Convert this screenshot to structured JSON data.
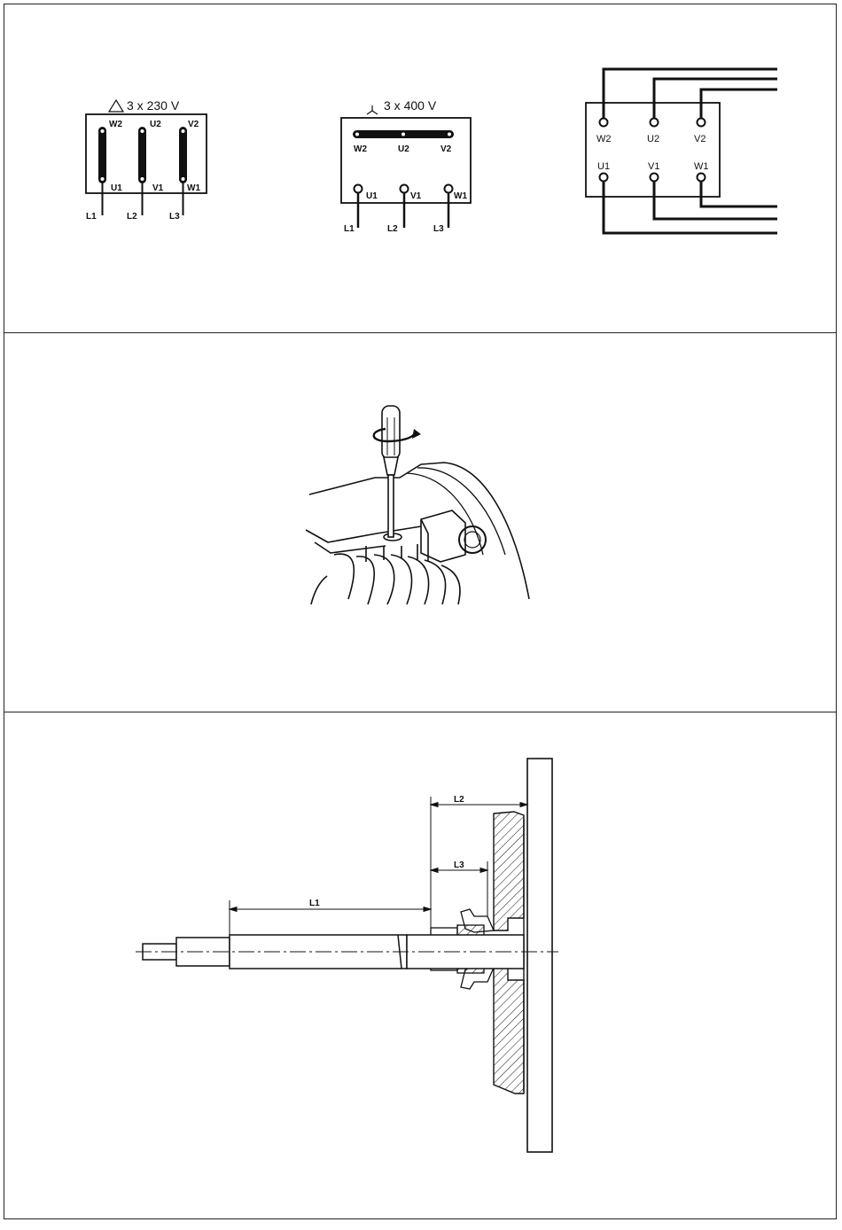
{
  "delta": {
    "voltage": "3 x 230 V",
    "top_labels": [
      "W2",
      "U2",
      "V2"
    ],
    "bottom_labels": [
      "U1",
      "V1",
      "W1"
    ],
    "lines": [
      "L1",
      "L2",
      "L3"
    ]
  },
  "star": {
    "voltage": "3 x 400 V",
    "top_labels": [
      "W2",
      "U2",
      "V2"
    ],
    "bottom_labels": [
      "U1",
      "V1",
      "W1"
    ],
    "lines": [
      "L1",
      "L2",
      "L3"
    ]
  },
  "wiring": {
    "top_labels": [
      "W2",
      "U2",
      "V2"
    ],
    "bottom_labels": [
      "U1",
      "V1",
      "W1"
    ]
  },
  "shaft": {
    "dims": [
      "L1",
      "L2",
      "L3"
    ]
  },
  "colors": {
    "ink": "#111111",
    "background": "#ffffff"
  }
}
